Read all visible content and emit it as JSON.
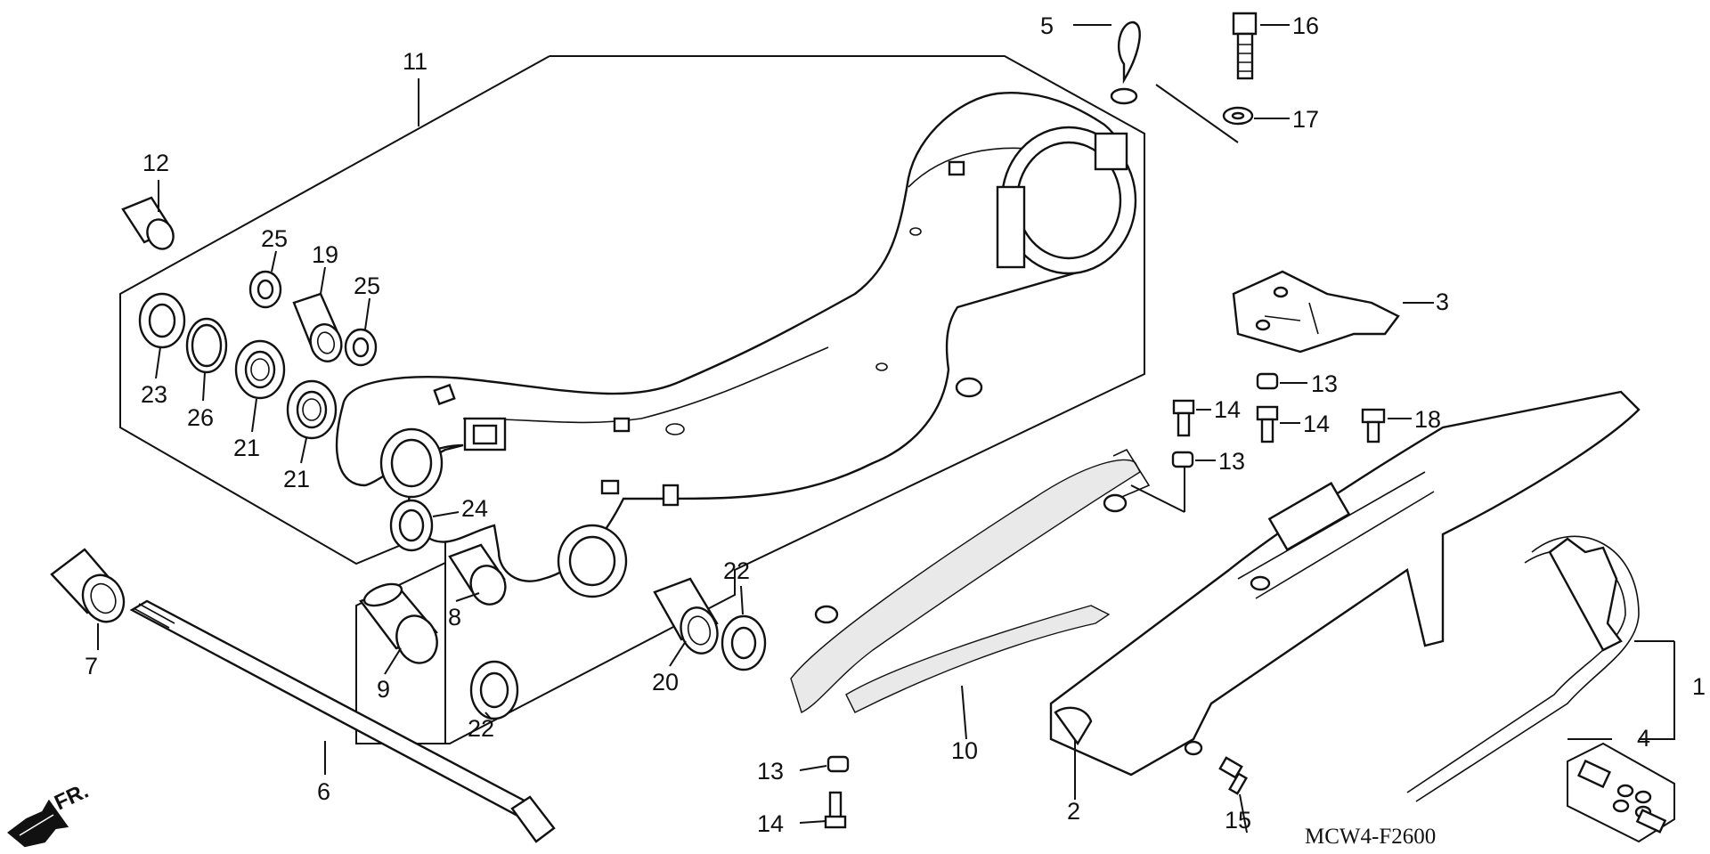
{
  "diagram": {
    "code": "MCW4-F2600",
    "direction_label": "FR.",
    "callouts": [
      {
        "id": "c1",
        "text": "1"
      },
      {
        "id": "c2",
        "text": "2"
      },
      {
        "id": "c3",
        "text": "3"
      },
      {
        "id": "c4",
        "text": "4"
      },
      {
        "id": "c5",
        "text": "5"
      },
      {
        "id": "c6",
        "text": "6"
      },
      {
        "id": "c7",
        "text": "7"
      },
      {
        "id": "c8",
        "text": "8"
      },
      {
        "id": "c9",
        "text": "9"
      },
      {
        "id": "c10",
        "text": "10"
      },
      {
        "id": "c11",
        "text": "11"
      },
      {
        "id": "c12",
        "text": "12"
      },
      {
        "id": "c13a",
        "text": "13"
      },
      {
        "id": "c13b",
        "text": "13"
      },
      {
        "id": "c13c",
        "text": "13"
      },
      {
        "id": "c14a",
        "text": "14"
      },
      {
        "id": "c14b",
        "text": "14"
      },
      {
        "id": "c14c",
        "text": "14"
      },
      {
        "id": "c15",
        "text": "15"
      },
      {
        "id": "c16",
        "text": "16"
      },
      {
        "id": "c17",
        "text": "17"
      },
      {
        "id": "c18",
        "text": "18"
      },
      {
        "id": "c19",
        "text": "19"
      },
      {
        "id": "c20",
        "text": "20"
      },
      {
        "id": "c21a",
        "text": "21"
      },
      {
        "id": "c21b",
        "text": "21"
      },
      {
        "id": "c22a",
        "text": "22"
      },
      {
        "id": "c22b",
        "text": "22"
      },
      {
        "id": "c23",
        "text": "23"
      },
      {
        "id": "c24",
        "text": "24"
      },
      {
        "id": "c25a",
        "text": "25"
      },
      {
        "id": "c25b",
        "text": "25"
      },
      {
        "id": "c26",
        "text": "26"
      }
    ]
  }
}
